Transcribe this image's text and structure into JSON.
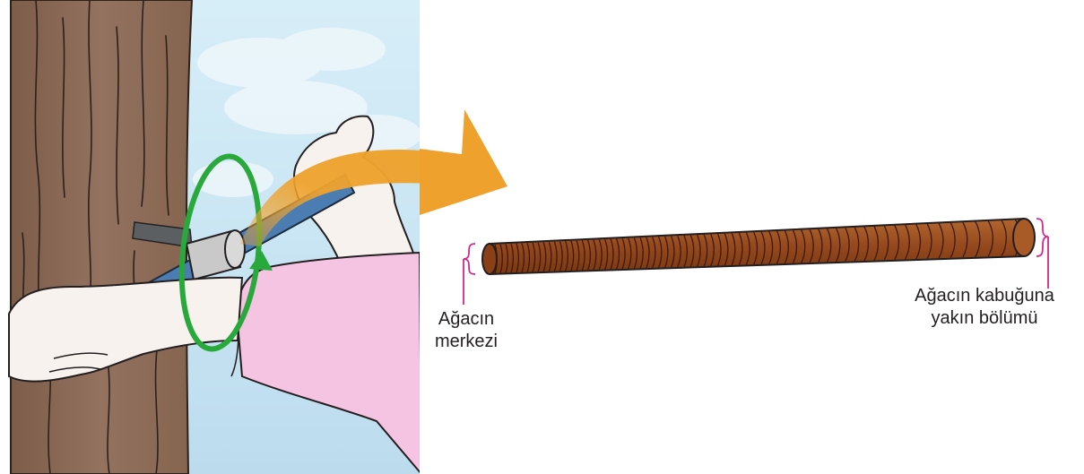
{
  "labels": {
    "center_line1": "Ağacın",
    "center_line2": "merkezi",
    "bark_line1": "Ağacın kabuğuna",
    "bark_line2": "yakın bölümü"
  },
  "colors": {
    "sky": "#c6e3f1",
    "trunk": "#8a6a55",
    "bark_lines": "#2e211a",
    "sleeve": "#f6c4e3",
    "skin": "#f7f2ee",
    "tool_shaft": "#4b7db3",
    "tool_collar": "#c9c9c9",
    "rotation_arrow": "#29a83c",
    "transfer_arrow": "#eea22d",
    "core_sample": "#9a4f24",
    "core_rings": "#3b1a08",
    "bracket": "#d3298e"
  },
  "icons": {
    "rotation": "rotation-arrow-icon",
    "transfer": "curved-arrow-icon"
  }
}
